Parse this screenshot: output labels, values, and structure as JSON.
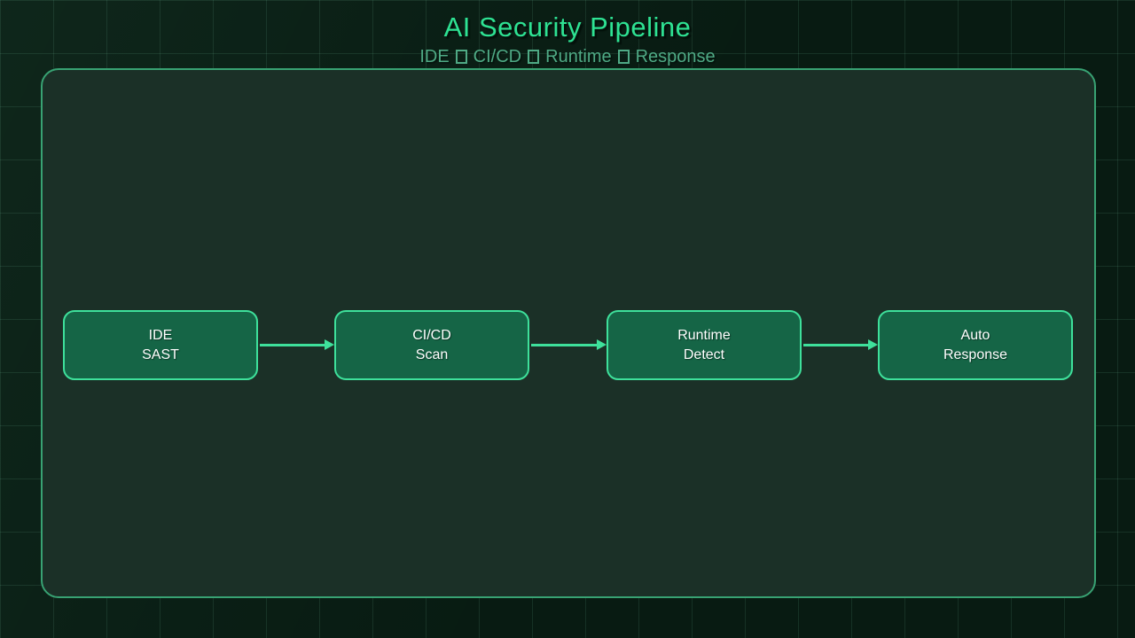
{
  "header": {
    "title": "AI Security Pipeline",
    "subtitle_segments": [
      "IDE",
      "CI/CD",
      "Runtime",
      "Response"
    ]
  },
  "pipeline": {
    "nodes": [
      {
        "line1": "IDE",
        "line2": "SAST"
      },
      {
        "line1": "CI/CD",
        "line2": "Scan"
      },
      {
        "line1": "Runtime",
        "line2": "Detect"
      },
      {
        "line1": "Auto",
        "line2": "Response"
      }
    ],
    "edges": [
      {
        "from": "IDE SAST",
        "to": "CI/CD Scan"
      },
      {
        "from": "CI/CD Scan",
        "to": "Runtime Detect"
      },
      {
        "from": "Runtime Detect",
        "to": "Auto Response"
      }
    ]
  },
  "colors": {
    "background": "#081b12",
    "grid_line": "#1a2e24",
    "panel_fill": "#1b3027",
    "panel_border": "#38a273",
    "node_fill": "#156546",
    "node_border": "#3ee09b",
    "arrow": "#3ee09b",
    "title_text": "#2ee293",
    "subtitle_text": "#4faa85",
    "node_text": "#ffffff"
  }
}
